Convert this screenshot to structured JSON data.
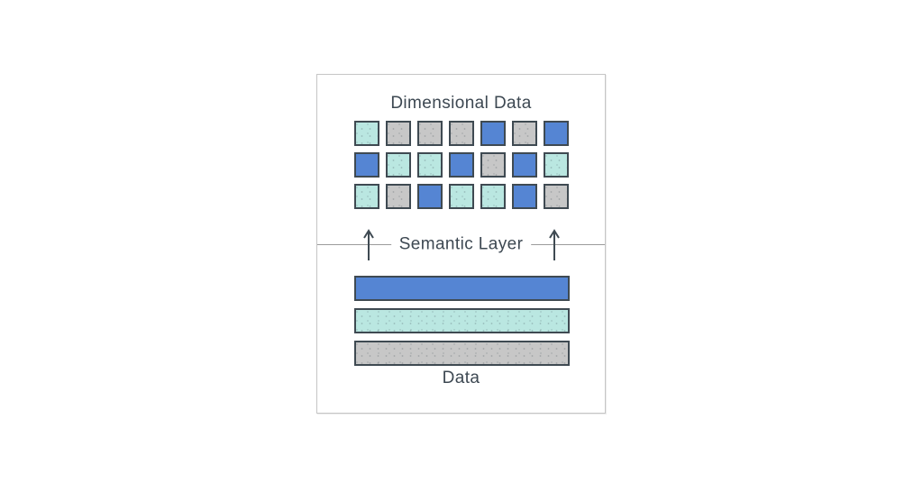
{
  "diagram": {
    "top_label": "Dimensional Data",
    "middle_label": "Semantic Layer",
    "bottom_label": "Data"
  },
  "grid": {
    "rows": [
      [
        "teal",
        "gray",
        "gray",
        "gray",
        "blue",
        "gray",
        "blue"
      ],
      [
        "blue",
        "teal",
        "teal",
        "blue",
        "gray",
        "blue",
        "teal"
      ],
      [
        "teal",
        "gray",
        "blue",
        "teal",
        "teal",
        "blue",
        "gray"
      ]
    ]
  },
  "bars": {
    "items": [
      "blue",
      "teal",
      "gray"
    ]
  },
  "icons": {
    "left_arrow": "up-arrow-icon",
    "right_arrow": "up-arrow-icon"
  },
  "colors": {
    "blue": "#5585d3",
    "teal": "#bae7e1",
    "gray": "#c7c7c7",
    "outline": "#3f4a52",
    "panel_border": "#c5c5c5",
    "line": "#9b9b9b",
    "text": "#3d4852"
  }
}
